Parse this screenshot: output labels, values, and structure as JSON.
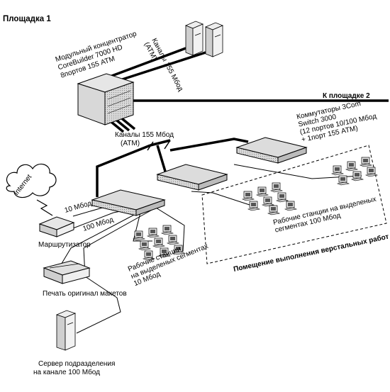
{
  "site_title": "Площадка 1",
  "link_site2": "К площадке 2",
  "core_hub": [
    "Модульный концентратор",
    "CoreBuilder 7000 HD",
    "8портов 155 ATM"
  ],
  "channels_top": [
    "Каналы 155 Мбод",
    "(ATM)"
  ],
  "channels_mid": [
    "Каналы 155 Мбод",
    "(ATM)"
  ],
  "switches": [
    "Коммутаторы  3Com",
    "Switch 3000",
    "(12 портов 10/100 Мбод",
    "+ 1порт 155 ATM)"
  ],
  "internet": "Internet",
  "router": "Маршрутизатор",
  "speed_10": "10 Мбод",
  "speed_100": "100 Мбод",
  "ws_right": [
    "Рабочие станции на выделеных",
    "сегментах 100 Мбод"
  ],
  "ws_left": [
    "Рабочие станции",
    "на выделеных сегментах",
    "10 Мбод"
  ],
  "layout_room": "Помещение выполнения верстальных работ",
  "printer": "Печать оригинал макетов",
  "server": [
    "Сервер подразделения",
    "на канале 100 Мбод"
  ]
}
